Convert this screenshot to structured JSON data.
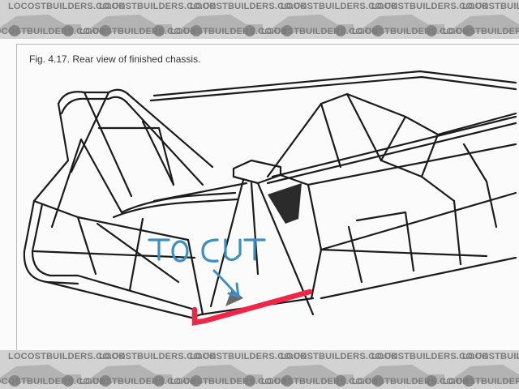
{
  "watermark": {
    "text": "LOCOSTBUILDERS.CO.UK",
    "color": "#7a7a7a",
    "background": "#d2d2d2"
  },
  "figure": {
    "caption": "Fig. 4.17. Rear view of finished chassis."
  },
  "annotation": {
    "label": "TO CUT",
    "label_color": "#3b8fc2",
    "marker_color": "#ee2747"
  }
}
